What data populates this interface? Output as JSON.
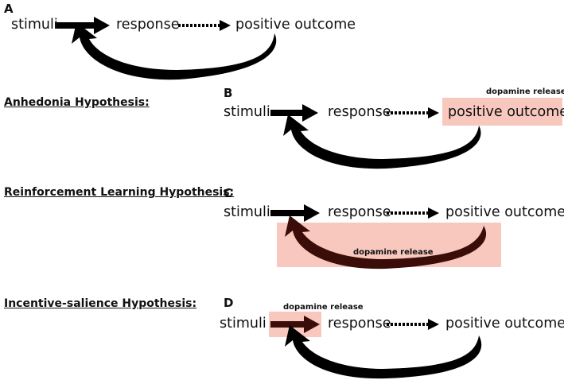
{
  "colors": {
    "highlight": "#f8c8bf",
    "arrow": "#000000",
    "dark_arrow": "#3a0d08"
  },
  "terms": {
    "stimuli": "stimuli",
    "response": "response",
    "positive_outcome": "positive outcome",
    "dopamine_release": "dopamine release"
  },
  "panels": [
    {
      "letter": "A",
      "hypothesis": ""
    },
    {
      "letter": "B",
      "hypothesis": "Anhedonia Hypothesis:"
    },
    {
      "letter": "C",
      "hypothesis": "Reinforcement Learning Hypothesis:"
    },
    {
      "letter": "D",
      "hypothesis": "Incentive-salience Hypothesis:"
    }
  ]
}
